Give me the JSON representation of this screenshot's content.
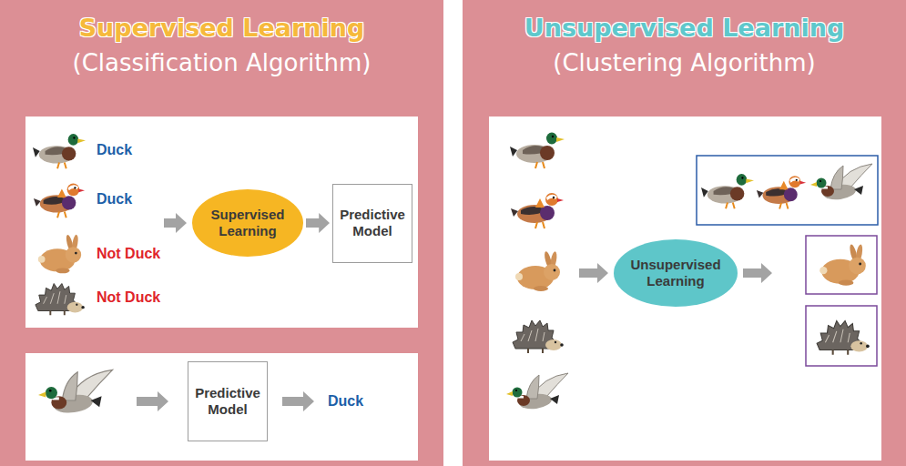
{
  "diagram": {
    "nodes": [
      {
        "text": [
          "Supervised Learning",
          "(Classification Algorithm)"
        ]
      },
      {
        "text": [
          "Supervised Learning"
        ],
        "in": 0
      },
      {
        "text": [
          "Predictive Model"
        ],
        "in": 0
      },
      {
        "text": [
          "Predictive Model"
        ],
        "in": 0
      },
      {
        "text": [
          "Unsupervised Learning",
          "(Clustering Algorithm)"
        ]
      },
      {
        "text": [
          "Unsupervised Learning"
        ],
        "in": 4
      }
    ],
    "edges": [
      {
        "from": 1,
        "to": 2,
        "arrow": "to"
      }
    ],
    "labels": [
      "Duck",
      "Duck",
      "Not Duck",
      "Not Duck",
      "Duck"
    ]
  }
}
